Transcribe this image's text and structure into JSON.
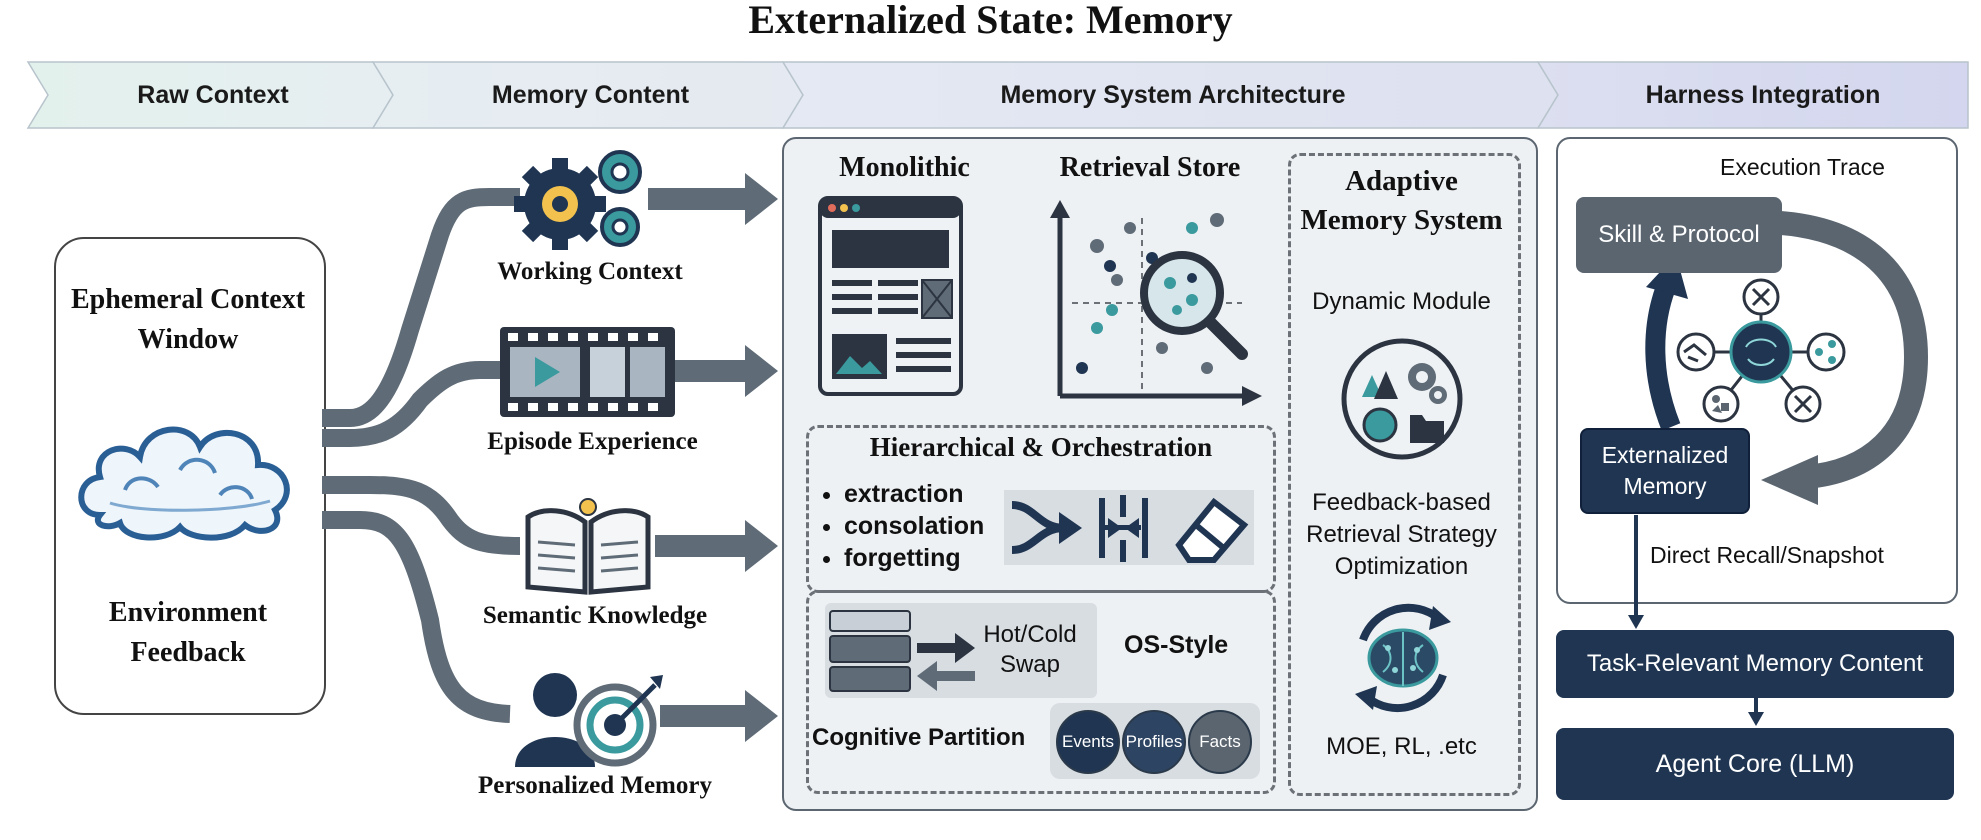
{
  "title": "Externalized State: Memory",
  "phases": [
    "Raw Context",
    "Memory Content",
    "Memory System Architecture",
    "Harness Integration"
  ],
  "raw_context": {
    "top_label": "Ephemeral Context Window",
    "bottom_label": "Environment Feedback",
    "icon": "cloud-icon"
  },
  "memory_content": [
    {
      "label": "Working Context",
      "icon": "gears-icon"
    },
    {
      "label": "Episode Experience",
      "icon": "film-strip-icon"
    },
    {
      "label": "Semantic Knowledge",
      "icon": "open-book-icon"
    },
    {
      "label": "Personalized Memory",
      "icon": "person-target-icon"
    }
  ],
  "architecture": {
    "monolithic": "Monolithic",
    "retrieval_store": "Retrieval Store",
    "hierarchical": {
      "title": "Hierarchical & Orchestration",
      "items": [
        "extraction",
        "consolation",
        "forgetting"
      ]
    },
    "os_style": {
      "label": "OS-Style",
      "swap_label": "Hot/Cold Swap",
      "cognitive_partition": "Cognitive Partition",
      "partitions": [
        "Events",
        "Profiles",
        "Facts"
      ]
    },
    "adaptive": {
      "title": "Adaptive Memory System",
      "dynamic_module": "Dynamic Module",
      "feedback": "Feedback-based Retrieval Strategy Optimization",
      "methods": "MOE, RL, .etc"
    }
  },
  "harness": {
    "execution_trace": "Execution Trace",
    "skill_protocol": "Skill & Protocol",
    "externalized_memory": "Externalized Memory",
    "direct_recall": "Direct Recall/Snapshot",
    "task_relevant": "Task-Relevant Memory Content",
    "agent_core": "Agent Core (LLM)"
  },
  "colors": {
    "dark_navy": "#1f3552",
    "slate": "#5a6570",
    "teal": "#3a9a9e",
    "panel_bg": "#eef1f4"
  }
}
